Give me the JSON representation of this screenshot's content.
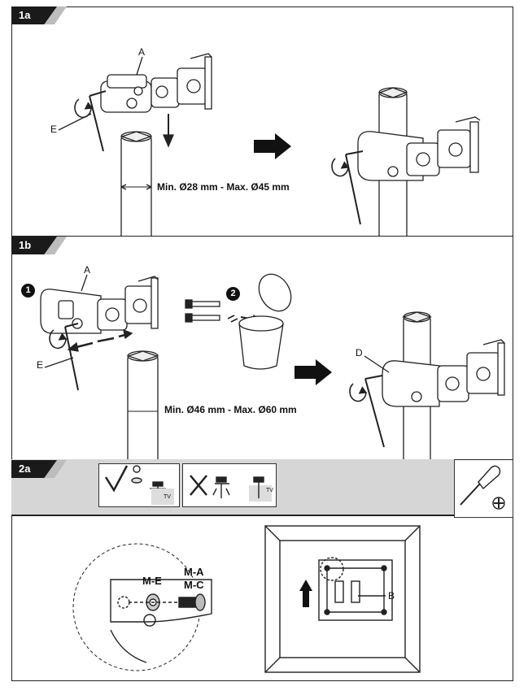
{
  "steps": {
    "s1a": {
      "tag": "1a",
      "label_a": "A",
      "label_e": "E",
      "dimension": "Min. Ø28 mm - Max. Ø45 mm"
    },
    "s1b": {
      "tag": "1b",
      "label_a": "A",
      "label_e": "E",
      "label_d": "D",
      "dimension": "Min. Ø46 mm - Max. Ø60 mm",
      "sub1": "1",
      "sub2": "2"
    },
    "s2a": {
      "tag": "2a",
      "check_tv": "TV",
      "cross_tv": "TV",
      "label_me": "M-E",
      "label_ma": "M-A",
      "label_mc": "M-C",
      "label_b": "B"
    }
  },
  "icons": [
    "hex-key-icon",
    "rotate-arrow-icon",
    "down-arrow-icon",
    "right-arrow-icon",
    "cup-icon",
    "screwdriver-icon",
    "phillips-head-icon",
    "check-icon",
    "cross-icon",
    "up-arrow-icon"
  ],
  "colors": {
    "line": "#222222",
    "tag_bg": "#1a1a1a",
    "band": "#d6d6d6"
  }
}
